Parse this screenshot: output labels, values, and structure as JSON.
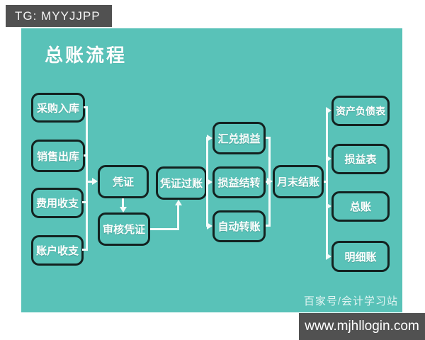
{
  "overlays": {
    "top_badge": "TG: MYYJJPP",
    "bottom_bar": "www.mjhllogin.com"
  },
  "diagram": {
    "title": "总账流程",
    "watermark": "百家号/会计学习站",
    "colors": {
      "canvas_background": "#59c2b8",
      "node_border": "#132220",
      "node_text": "#ffffff",
      "connector": "#f4fbfa",
      "overlay_background": "#515151",
      "overlay_text": "#ffffff"
    }
  },
  "nodes": {
    "purchase_in": "采购入库",
    "sales_out": "销售出库",
    "expense_inout": "费用收支",
    "account_inout": "账户收支",
    "voucher": "凭证",
    "audit_voucher": "审核凭证",
    "voucher_posting": "凭证过账",
    "exchange_gain_loss": "汇兑损益",
    "pl_carryover": "损益结转",
    "auto_transfer": "自动转账",
    "month_end_close": "月末结账",
    "balance_sheet": "资产负债表",
    "income_statement": "损益表",
    "general_ledger": "总账",
    "subsidiary_ledger": "明细账"
  },
  "edges": [
    {
      "from": "采购入库",
      "to": "凭证"
    },
    {
      "from": "销售出库",
      "to": "凭证"
    },
    {
      "from": "费用收支",
      "to": "凭证"
    },
    {
      "from": "账户收支",
      "to": "凭证"
    },
    {
      "from": "凭证",
      "to": "审核凭证"
    },
    {
      "from": "审核凭证",
      "to": "凭证过账"
    },
    {
      "from": "凭证过账",
      "to": "汇兑损益"
    },
    {
      "from": "凭证过账",
      "to": "损益结转"
    },
    {
      "from": "凭证过账",
      "to": "自动转账"
    },
    {
      "from": "汇兑损益",
      "to": "月末结账"
    },
    {
      "from": "损益结转",
      "to": "月末结账"
    },
    {
      "from": "自动转账",
      "to": "月末结账"
    },
    {
      "from": "月末结账",
      "to": "资产负债表"
    },
    {
      "from": "月末结账",
      "to": "损益表"
    },
    {
      "from": "月末结账",
      "to": "总账"
    },
    {
      "from": "月末结账",
      "to": "明细账"
    }
  ]
}
